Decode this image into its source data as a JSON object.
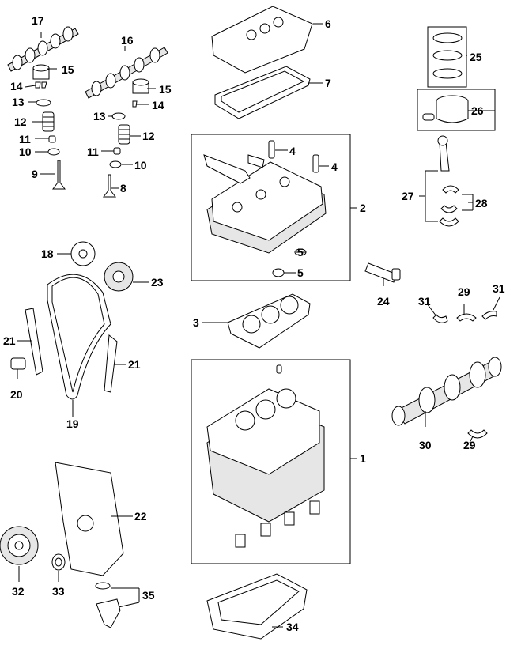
{
  "diagram": {
    "callouts": [
      "1",
      "2",
      "3",
      "4",
      "4",
      "5",
      "5",
      "6",
      "7",
      "8",
      "9",
      "10",
      "10",
      "11",
      "11",
      "12",
      "12",
      "13",
      "13",
      "14",
      "14",
      "15",
      "15",
      "16",
      "17",
      "18",
      "19",
      "20",
      "21",
      "21",
      "22",
      "23",
      "24",
      "25",
      "26",
      "27",
      "28",
      "29",
      "29",
      "30",
      "31",
      "31",
      "32",
      "33",
      "34",
      "35"
    ],
    "colors": {
      "line": "#000000",
      "fill": "#ffffff",
      "shade": "#e6e6e6"
    }
  }
}
